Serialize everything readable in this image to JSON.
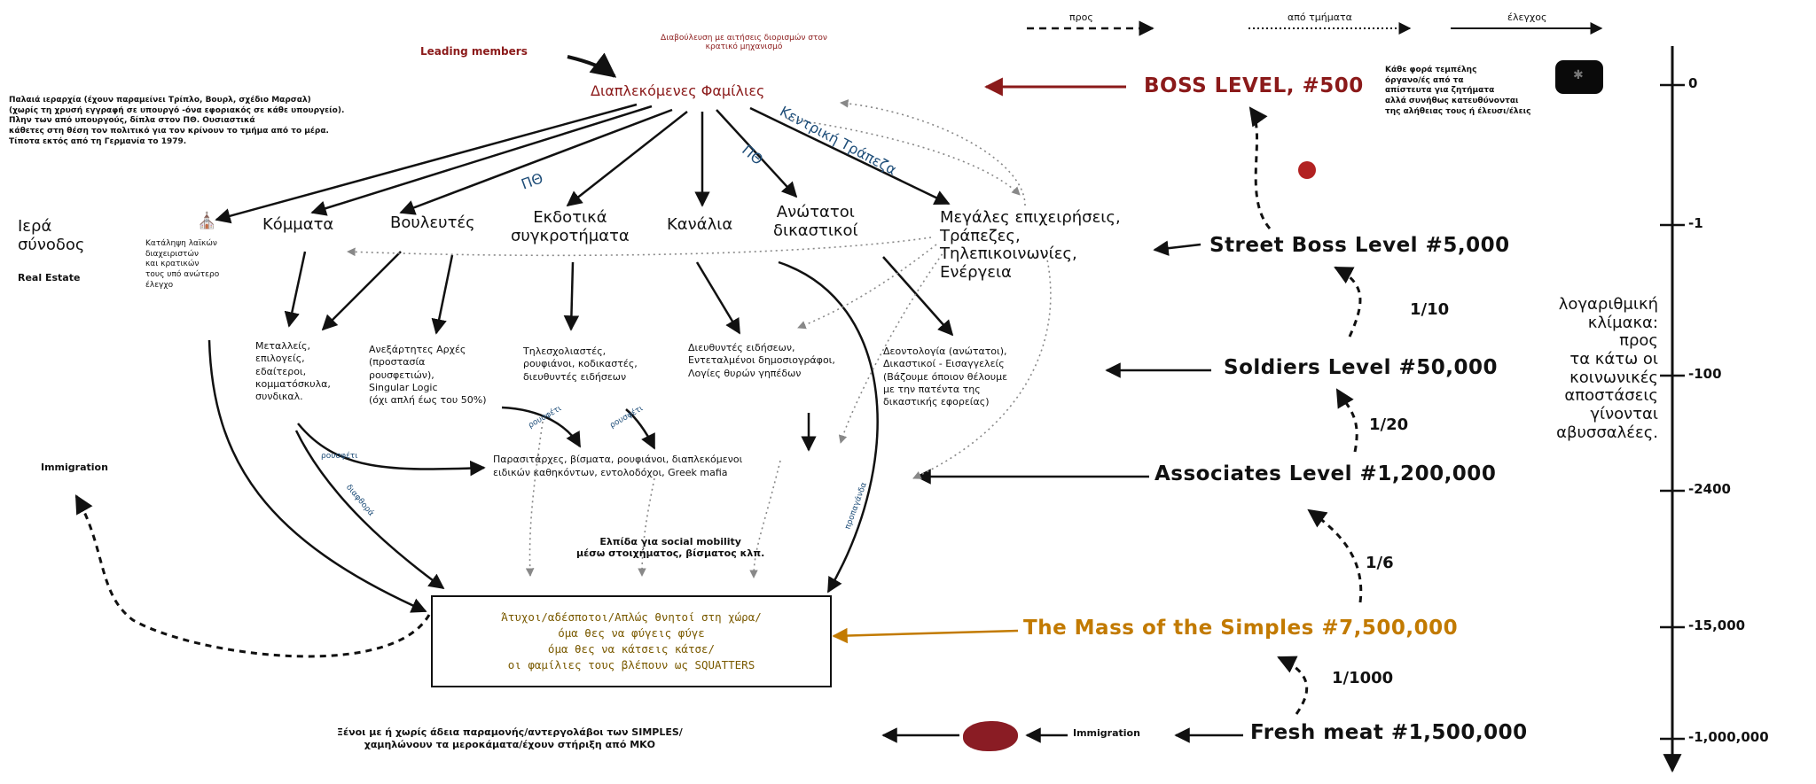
{
  "legend": {
    "dotted_arrow_label": "προς",
    "dense_dotted_arrow_label": "από τμήματα",
    "solid_arrow_label": "έλεγχος"
  },
  "top_note": "Διαβούλευση με αιτήσεις διορισμών στον κρατικό μηχανισμό",
  "leading_members": "Leading members",
  "families": "Διαπλεκόμενες Φαμίλιες",
  "left_note": "Παλαιά ιεραρχία (έχουν παραμείνει Τρίπλο, Βουρλ, σχέδιο Μαρσαλ)\n(χωρίς τη χρυσή εγγραφή σε υπουργό -όνα εφοριακός σε κάθε υπουργείο).\nΠλην των από υπουργούς, δίπλα στον ΠΘ. Ουσιαστικά\nκάθετες στη θέση τον πολιτικό για τον κρίνουν το τμήμα από το μέρα.\nΤίποτα εκτός από τη Γερμανία το 1979.",
  "right_note": "Κάθε φορά τεμπέλης\nόργανο/ές από τα\nαπίστευτα για ζητήματα\nαλλά συνήθως κατευθύνονται\nτης αλήθειας τους ή έλευσι/έλεις",
  "holy_synod": "Ιερά\nσύνοδος",
  "real_estate": "Real Estate",
  "nodes": {
    "parties": "Κόμματα",
    "mps": "Βουλευτές",
    "publishers": "Εκδοτικά\nσυγκροτήματα",
    "channels": "Κανάλια",
    "courts": "Ανώτατοι\nδικαστικοί",
    "big_business": "Μεγάλες επιχειρήσεις,\nΤράπεζες,\nΤηλεπικοινωνίες,\nΕνέργεια"
  },
  "edge_labels": {
    "pv1": "ΠΘ",
    "pv2": "ΠΘ",
    "central_bank": "Κεντρική Τράπεζα",
    "r1": "ρουσφέτι",
    "r2": "ρουσφέτι",
    "r3": "ρουσφέτι",
    "bribe": "διαφθορά",
    "propaganda": "προπαγάνδα"
  },
  "sub": {
    "church": "Κατάληψη λαϊκών\nδιαχειριστών\nκαι κρατικών\nτους υπό ανώτερο\nέλεγχο",
    "ministers": "Μεταλλείς,\nεπιλογείς,\nεδαίτεροι,\nκομματόσκυλα,\nσυνδικαλ.",
    "authorities": "Ανεξάρτητες Αρχές\n(προστασία\nρουσφετιών),\nSingular Logic\n(όχι απλή έως του 50%)",
    "journalists": "Τηλεσχολιαστές,\nρουφιάνοι, κοδικαστές,\nδιευθυντές ειδήσεων",
    "news_dir": "Διευθυντές ειδήσεων,\nΕντεταλμένοι δημοσιογράφοι,\nΛογίες θυρών γηπέδων",
    "justice": "Δεοντολογία (ανώτατοι),\nΔικαστικοί - Εισαγγελείς\n(Βάζουμε όποιον θέλουμε\nμε την πατέντα της\nδικαστικής εφορείας)",
    "cronies": "Παρασιτάρχες, βίσματα, ρουφιάνοι, διαπλεκόμενοι\nειδικών καθηκόντων, εντολοδόχοι, Greek mafia"
  },
  "hope_note": "Ελπίδα για social mobility\nμέσω στοιχήματος, βίσματος κλπ.",
  "simples_box": "Άτυχοι/αδέσποτοι/Απλώς θνητοί στη χώρα/\nόμα θες να φύγεις φύγε\nόμα θες να κάτσεις κάτσε/\nοι φαμίλιες τους βλέπουν ως SQUATTERS",
  "foreigners": "Ξένοι με ή χωρίς άδεια παραμονής/αντεργολάβοι των SIMPLES/\nχαμηλώνουν τα μεροκάματα/έχουν στήριξη από ΜΚΟ",
  "immigration_left": "Immigration",
  "immigration_bottom": "Immigration",
  "levels": {
    "boss": "BOSS LEVEL, #500",
    "street_boss": "Street Boss Level  #5,000",
    "soldiers": "Soldiers Level #50,000",
    "associates": "Associates Level #1,200,000",
    "simples": "The Mass of the Simples #7,500,000",
    "fresh_meat": "Fresh meat #1,500,000"
  },
  "ratios": {
    "r10": "1/10",
    "r20": "1/20",
    "r6": "1/6",
    "r1000": "1/1000"
  },
  "scale_note": "λογαριθμική\nκλίμακα: προς\nτα κάτω οι\nκοινωνικές\nαποστάσεις\nγίνονται\nαβυσσαλέες.",
  "scale_ticks": [
    "0",
    "-1",
    "-100",
    "-2400",
    "-15,000",
    "-1,000,000"
  ],
  "colors": {
    "dark_red": "#8b1a1a",
    "orange": "#c27a00",
    "blue": "#1f4e79",
    "ink": "#111111"
  }
}
